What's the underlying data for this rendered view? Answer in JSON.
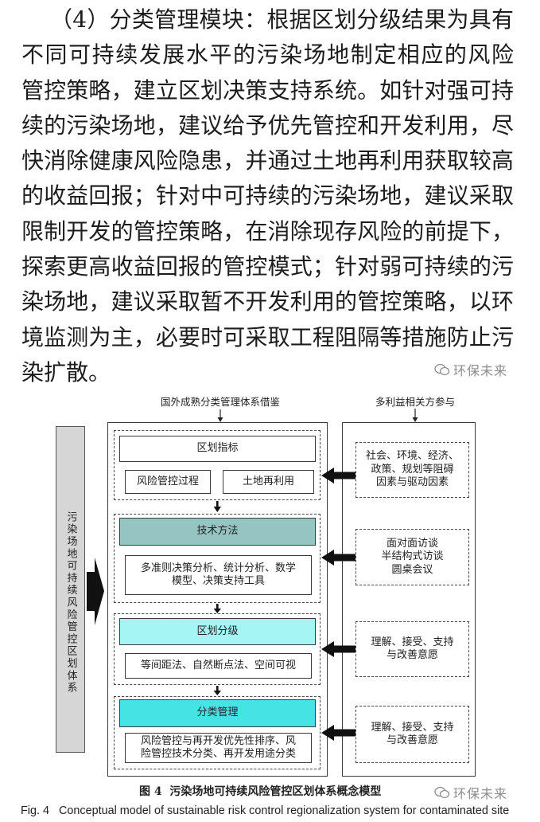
{
  "paragraph": {
    "lines": [
      "（4）分类管理模块：根据区划分级结果为具有",
      "不同可持续发展水平的污染场地制定相应的风险",
      "管控策略，建立区划决策支持系统。如针对强可持",
      "续的污染场地，建议给予优先管控和开发利用，尽",
      "快消除健康风险隐患，并通过土地再利用获取较高",
      "的收益回报；针对中可持续的污染场地，建议采取",
      "限制开发的管控策略，在消除现存风险的前提下，",
      "探索更高收益回报的管控模式；针对弱可持续的污",
      "染场地，建议采取暂不开发利用的管控策略，以环",
      "境监测为主，必要时可采取工程阻隔等措施防止污",
      "染扩散。"
    ]
  },
  "watermarks": [
    {
      "icon": "wechat-icon",
      "text": "环保未来"
    },
    {
      "icon": "wechat-icon",
      "text": "环保未来"
    }
  ],
  "figure": {
    "top_labels": {
      "external_reference": "国外成熟分类管理体系借鉴",
      "stakeholders": "多利益相关方参与"
    },
    "system_label": "污染场地可持续风险管控区划体系",
    "side_panel_fill": "#d6d6d6",
    "modules": [
      {
        "title": "区划指标",
        "fill": "#ffffff",
        "items": [
          "风险管控过程",
          "土地再利用"
        ]
      },
      {
        "title": "技术方法",
        "fill": "#96c4c2",
        "detail_lines": [
          "多准则决策分析、统计分析、数学",
          "模型、决策支持工具"
        ]
      },
      {
        "title": "区划分级",
        "fill": "#a6f5f5",
        "detail_lines": [
          "等间距法、自然断点法、空间可视"
        ]
      },
      {
        "title": "分类管理",
        "fill": "#45e3e3",
        "detail_lines": [
          "风险管控与再开发优先性排序、风",
          "险管控技术分类、再开发用途分类"
        ]
      }
    ],
    "stakeholder_inputs": [
      {
        "lines": [
          "社会、环境、经济、",
          "政策、规划等阻碍",
          "因素与驱动因素"
        ]
      },
      {
        "lines": [
          "面对面访谈",
          "半结构式访谈",
          "圆桌会议"
        ]
      },
      {
        "lines": [
          "理解、接受、支持",
          "与改善意愿"
        ]
      },
      {
        "lines": [
          "理解、接受、支持",
          "与改善意愿"
        ]
      }
    ]
  },
  "caption": {
    "zh": "图 4  污染场地可持续风险管控区划体系概念模型",
    "en": "Fig. 4   Conceptual model of sustainable risk control regionalization system for contaminated site"
  }
}
